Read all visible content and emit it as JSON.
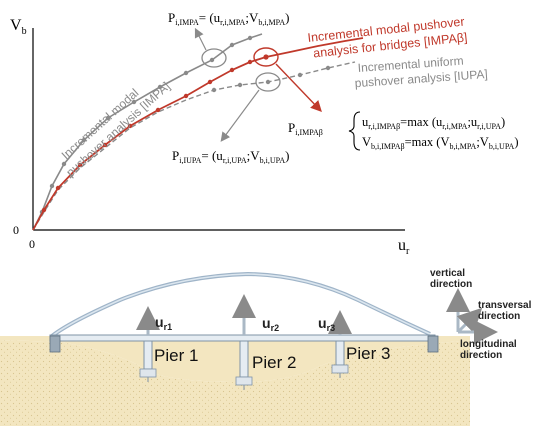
{
  "chart": {
    "y_axis_label": "V",
    "y_axis_sub": "b",
    "x_axis_label": "u",
    "x_axis_sub": "r",
    "origin_y": "0",
    "origin_x": "0",
    "impa_curve_label_line1": "Incremental modal",
    "impa_curve_label_line2": "pushover analysis [IMPA]",
    "iupa_curve_label_line1": "Incremental uniform",
    "iupa_curve_label_line2": "pushover analysis [IUPA]",
    "impab_curve_label_line1": "Incremental modal pushover",
    "impab_curve_label_line2": "analysis for bridges [IMPAβ]",
    "p_impa": {
      "p": "P",
      "sub": "i,IMPA",
      "eq": "= (u",
      "s1": "r,i,MPA",
      "mid": ";V",
      "s2": "b,i,MPA",
      "end": ")"
    },
    "p_iupa": {
      "p": "P",
      "sub": "i,IUPA",
      "eq": "= (u",
      "s1": "r,i,UPA",
      "mid": ";V",
      "s2": "b,i,UPA",
      "end": ")"
    },
    "p_impab": {
      "p": "P",
      "sub": "i,IMPAβ"
    },
    "eq_u": {
      "lhs": "u",
      "lsub": "r,i,IMPAβ",
      "rhs": "=max (u",
      "s1": "r,i,MPA",
      "mid": ";u",
      "s2": "r,i,UPA",
      "end": ")"
    },
    "eq_v": {
      "lhs": "V",
      "lsub": "b,i,IMPAβ",
      "rhs": "=max  (V",
      "s1": "b,i,MPA",
      "mid": ";V",
      "s2": "b,i,UPA",
      "end": ")"
    },
    "colors": {
      "impa": "#8a8a8a",
      "iupa": "#8a8a8a",
      "impab": "#c0392b"
    }
  },
  "bridge": {
    "pier_labels": [
      "Pier 1",
      "Pier 2",
      "Pier 3"
    ],
    "disp_labels": [
      {
        "main": "u",
        "sub": "r1"
      },
      {
        "main": "u",
        "sub": "r2"
      },
      {
        "main": "u",
        "sub": "r3"
      }
    ],
    "vertical_label_1": "vertical",
    "vertical_label_2": "direction",
    "transversal_label_1": "transversal",
    "transversal_label_2": "direction",
    "longitudinal_label_1": "longitudinal",
    "longitudinal_label_2": "direction"
  }
}
